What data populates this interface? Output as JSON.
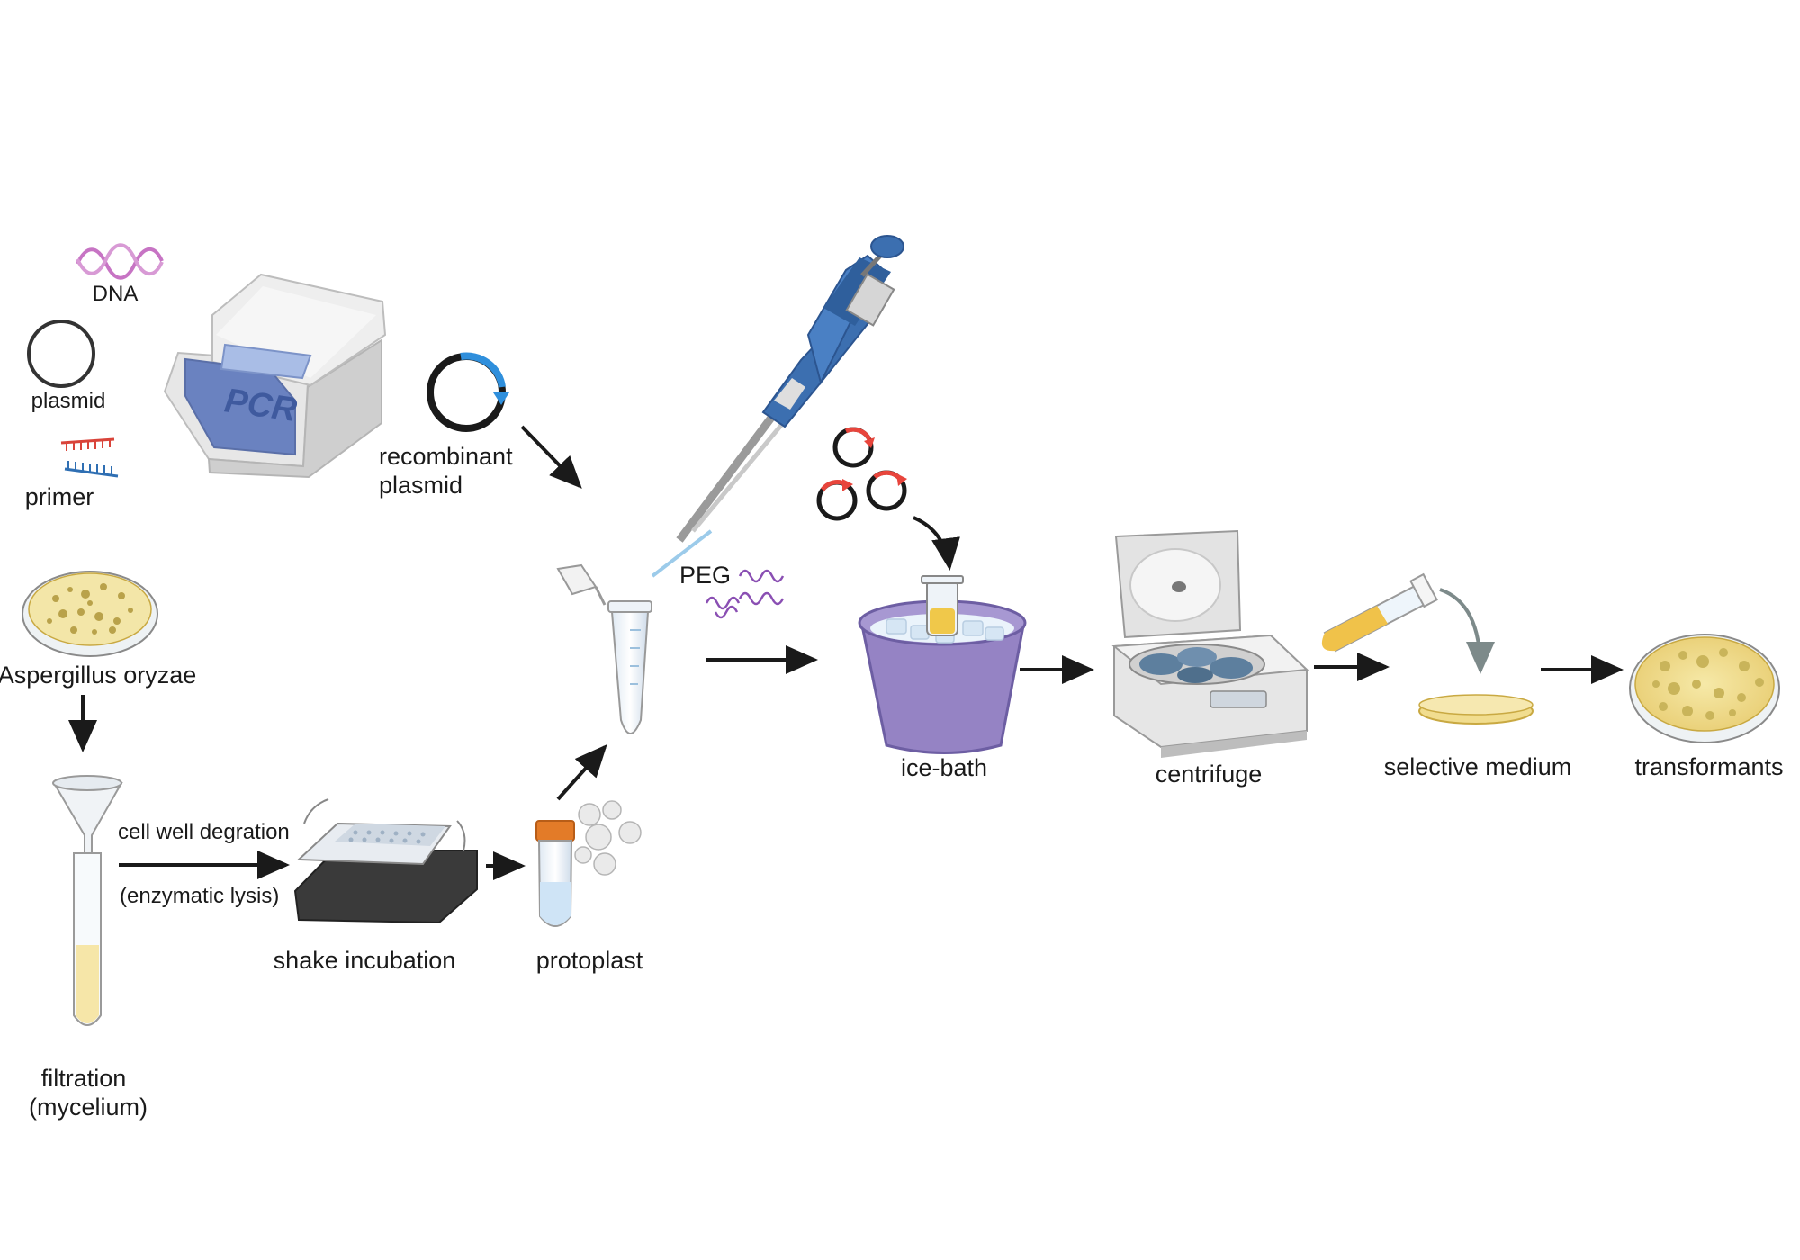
{
  "labels": {
    "dna": "DNA",
    "plasmid": "plasmid",
    "primer": "primer",
    "pcr": "PCR",
    "recombinant_line1": "recombinant",
    "recombinant_line2": "plasmid",
    "peg": "PEG",
    "aspergillus": "Aspergillus oryzae",
    "filtration_line1": "filtration",
    "filtration_line2": "(mycelium)",
    "cell_wall": "cell well degration",
    "enzymatic": "(enzymatic lysis)",
    "shake_incubation": "shake incubation",
    "protoplast": "protoplast",
    "ice_bath": "ice-bath",
    "centrifuge": "centrifuge",
    "selective_medium": "selective medium",
    "transformants": "transformants"
  },
  "colors": {
    "arrow": "#1a1a1a",
    "pipette_blue": "#3c6fb0",
    "ice_bucket": "#9583c4",
    "agar": "#f1dd8f",
    "colony": "#c9b45a",
    "insert_red": "#e8453c",
    "insert_blue": "#2f8fdc",
    "dna_pink": "#c774c4",
    "peg_purple": "#8a4fb3",
    "primer_red": "#d9443a",
    "primer_blue": "#2f6fb3",
    "cap_orange": "#e37b28"
  }
}
